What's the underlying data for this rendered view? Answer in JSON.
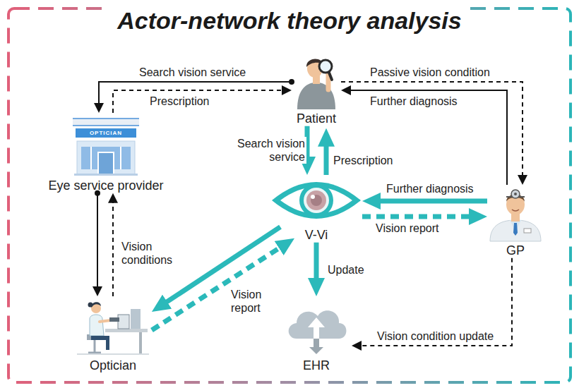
{
  "diagram": {
    "title": "Actor-network theory analysis",
    "nodes": [
      {
        "text": [
          "Patient"
        ]
      },
      {
        "text": [
          "Eye service provider"
        ]
      },
      {
        "text": [
          "V-Vi"
        ]
      },
      {
        "text": [
          "GP"
        ]
      },
      {
        "text": [
          "Optician"
        ]
      },
      {
        "text": [
          "EHR"
        ]
      }
    ],
    "edges": [
      {
        "from": 0,
        "to": 1,
        "arrow": "to",
        "label": "Search vision service"
      },
      {
        "from": 1,
        "to": 0,
        "arrow": "to",
        "label": "Prescription"
      },
      {
        "from": 0,
        "to": 3,
        "arrow": "to",
        "label": "Passive vision condition"
      },
      {
        "from": 3,
        "to": 0,
        "arrow": "to",
        "label": "Further diagnosis"
      },
      {
        "from": 0,
        "to": 2,
        "arrow": "to",
        "label": "Search vision service"
      },
      {
        "from": 2,
        "to": 0,
        "arrow": "to",
        "label": "Prescription"
      },
      {
        "from": 3,
        "to": 2,
        "arrow": "to",
        "label": "Further diagnosis"
      },
      {
        "from": 2,
        "to": 3,
        "arrow": "to",
        "label": "Vision report"
      },
      {
        "from": 1,
        "to": 4,
        "arrow": "to"
      },
      {
        "from": 4,
        "to": 1,
        "arrow": "to",
        "label": "Vision conditions"
      },
      {
        "from": 2,
        "to": 4,
        "arrow": "to"
      },
      {
        "from": 4,
        "to": 2,
        "arrow": "to",
        "label": "Vision report"
      },
      {
        "from": 2,
        "to": 5,
        "arrow": "to",
        "label": "Update"
      },
      {
        "from": 3,
        "to": 5,
        "arrow": "to",
        "label": "Vision condition update"
      }
    ],
    "labels": [
      "OPTICIAN"
    ]
  }
}
